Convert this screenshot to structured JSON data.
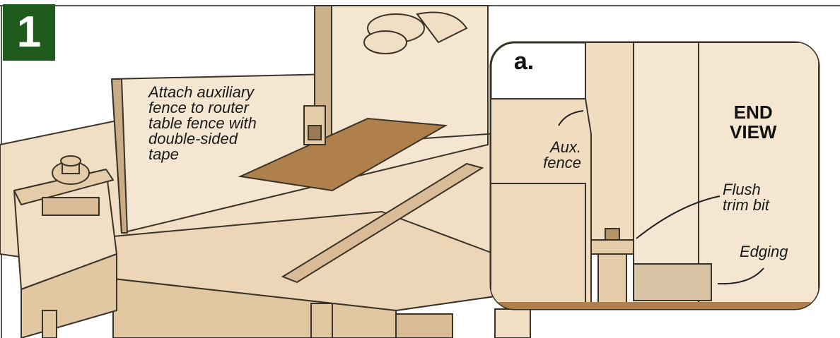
{
  "step_number": "1",
  "detail_letter": "a.",
  "instruction": [
    "Attach auxiliary",
    "fence to router",
    "table fence with",
    "double-sided",
    "tape"
  ],
  "detail_view": {
    "title_lines": [
      "END",
      "VIEW"
    ],
    "aux_fence_lines": [
      "Aux.",
      "fence"
    ],
    "flush_trim_lines": [
      "Flush",
      "trim bit"
    ],
    "edging_label": "Edging"
  },
  "colors": {
    "badge_green": "#1e5b1c",
    "wood_light": "#f1dfc5",
    "wood_mid": "#e7cfae",
    "hardboard": "#b0804c",
    "outline": "#3a3328"
  }
}
